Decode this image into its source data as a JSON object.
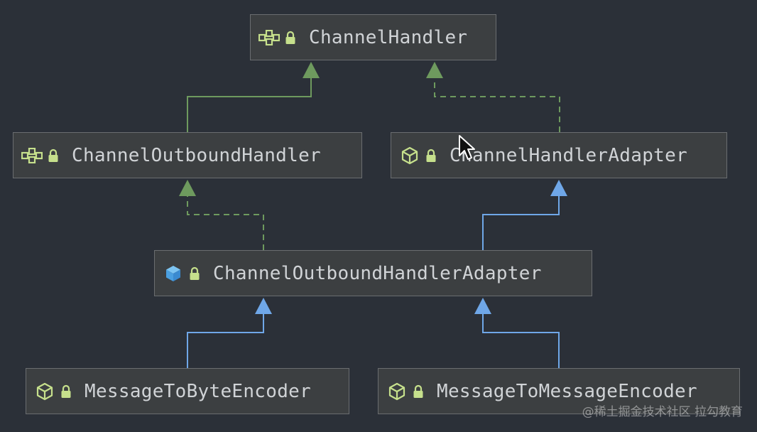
{
  "diagram": {
    "nodes": [
      {
        "id": "channel-handler",
        "label": "ChannelHandler",
        "kind": "interface-icon"
      },
      {
        "id": "channel-outbound-handler",
        "label": "ChannelOutboundHandler",
        "kind": "interface-icon"
      },
      {
        "id": "channel-handler-adapter",
        "label": "ChannelHandlerAdapter",
        "kind": "abstract-class-icon"
      },
      {
        "id": "channel-outbound-handler-adapter",
        "label": "ChannelOutboundHandlerAdapter",
        "kind": "class-icon"
      },
      {
        "id": "message-to-byte-encoder",
        "label": "MessageToByteEncoder",
        "kind": "abstract-class-icon"
      },
      {
        "id": "message-to-message-encoder",
        "label": "MessageToMessageEncoder",
        "kind": "abstract-class-icon"
      }
    ],
    "edges": [
      {
        "from": "channel-outbound-handler",
        "to": "channel-handler",
        "relation": "extends"
      },
      {
        "from": "channel-handler-adapter",
        "to": "channel-handler",
        "relation": "implements"
      },
      {
        "from": "channel-outbound-handler-adapter",
        "to": "channel-outbound-handler",
        "relation": "implements"
      },
      {
        "from": "channel-outbound-handler-adapter",
        "to": "channel-handler-adapter",
        "relation": "extends"
      },
      {
        "from": "message-to-byte-encoder",
        "to": "channel-outbound-handler-adapter",
        "relation": "extends"
      },
      {
        "from": "message-to-message-encoder",
        "to": "channel-outbound-handler-adapter",
        "relation": "extends"
      }
    ]
  },
  "icons": {
    "visibility": "lock-icon",
    "interface": "interface-icon",
    "abstract_class": "abstract-class-icon",
    "class": "class-icon"
  },
  "colors": {
    "background": "#2b3038",
    "node_fill": "#3c3f41",
    "node_border": "#6a6d70",
    "text": "#d0d3d6",
    "interface_green": "#c6e08c",
    "implements_edge": "#6e9a5e",
    "extends_edge": "#6fa7e8",
    "class_blue": "#5ab0ec"
  },
  "watermark": "@稀土掘金技术社区 拉勾教育"
}
